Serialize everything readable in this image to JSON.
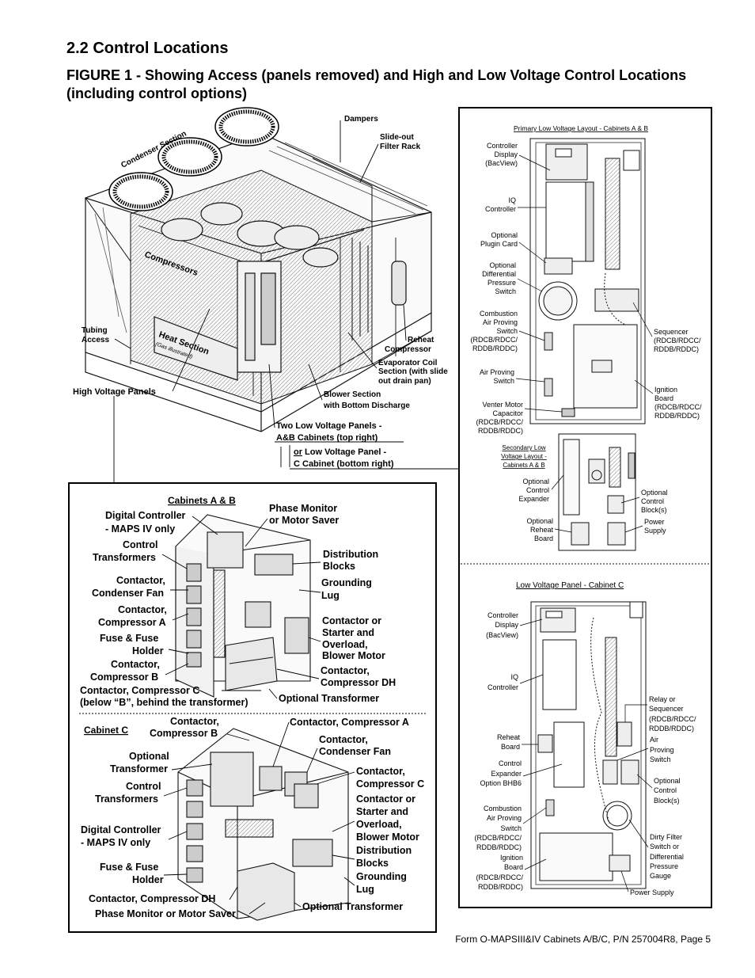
{
  "section_title": "2.2 Control Locations",
  "figure_title": "FIGURE 1 - Showing Access (panels removed) and High and Low Voltage Control Locations (including control options)",
  "footer": "Form O-MAPSIII&IV Cabinets A/B/C, P/N 257004R8, Page 5",
  "unit": {
    "condenser_section": "Condenser Section",
    "compressors": "Compressors",
    "heat_section": "Heat Section",
    "gas_illustrated": "(Gas illustrated)",
    "dampers": "Dampers",
    "filter_rack": [
      "Slide-out",
      "Filter Rack"
    ],
    "tubing_access": [
      "Tubing",
      "Access"
    ],
    "reheat_compressor": [
      "Reheat",
      "Compressor"
    ],
    "evaporator": [
      "Evaporator Coil",
      "Section (with slide",
      "out drain pan)"
    ],
    "blower_section": [
      "Blower Section",
      "with Bottom Discharge"
    ],
    "high_voltage_panels": "High Voltage Panels",
    "two_lv_panels": [
      "Two Low Voltage Panels -",
      "A&B Cabinets (top right)"
    ],
    "or_word": "or",
    "lv_panel_c_1": " Low Voltage Panel -",
    "lv_panel_c_2": "C Cabinet (bottom right)"
  },
  "hv": {
    "ab_heading": "Cabinets A & B",
    "c_heading": "Cabinet C",
    "ab_labels": {
      "digital_controller": [
        "Digital Controller",
        "- MAPS IV only"
      ],
      "control_transformers": [
        "Control",
        "Transformers"
      ],
      "contactor_condenser_fan": [
        "Contactor,",
        "Condenser Fan"
      ],
      "contactor_comp_a": [
        "Contactor,",
        "Compressor A"
      ],
      "fuse_holder": [
        "Fuse & Fuse",
        "Holder"
      ],
      "contactor_comp_b": [
        "Contactor,",
        "Compressor B"
      ],
      "contactor_comp_c": [
        "Contactor, Compressor C",
        "(below “B”, behind the transformer)"
      ],
      "phase_monitor": [
        "Phase Monitor",
        "or Motor Saver"
      ],
      "distribution_blocks": [
        "Distribution",
        "Blocks"
      ],
      "grounding_lug": [
        "Grounding",
        "Lug"
      ],
      "contactor_starter": [
        "Contactor or",
        "Starter and",
        "Overload,",
        "Blower Motor"
      ],
      "contactor_comp_dh": [
        "Contactor,",
        "Compressor DH"
      ],
      "optional_transformer": "Optional Transformer"
    },
    "c_labels": {
      "contactor_comp_b": [
        "Contactor,",
        "Compressor B"
      ],
      "optional_transformer": [
        "Optional",
        "Transformer"
      ],
      "control_transformers": [
        "Control",
        "Transformers"
      ],
      "digital_controller": [
        "Digital Controller",
        "- MAPS IV only"
      ],
      "fuse_holder": [
        "Fuse & Fuse",
        "Holder"
      ],
      "contactor_comp_dh": "Contactor, Compressor DH",
      "phase_monitor": "Phase Monitor or Motor Saver",
      "contactor_comp_a": "Contactor, Compressor A",
      "contactor_condenser_fan": [
        "Contactor,",
        "Condenser Fan"
      ],
      "contactor_comp_c": [
        "Contactor,",
        "Compressor C"
      ],
      "contactor_starter": [
        "Contactor or",
        "Starter and",
        "Overload,",
        "Blower Motor"
      ],
      "distribution_blocks": [
        "Distribution",
        "Blocks"
      ],
      "grounding_lug": [
        "Grounding",
        "Lug"
      ],
      "optional_transformer_2": "Optional Transformer"
    }
  },
  "lv": {
    "primary_title": "Primary Low Voltage Layout - Cabinets A & B",
    "primary_left": {
      "controller_display": [
        "Controller",
        "Display",
        "(BacView)"
      ],
      "iq_controller": [
        "IQ",
        "Controller"
      ],
      "plugin_card": [
        "Optional",
        "Plugin Card"
      ],
      "diff_pressure": [
        "Optional",
        "Differential",
        "Pressure",
        "Switch"
      ],
      "combustion_switch": [
        "Combustion",
        "Air Proving",
        "Switch",
        "(RDCB/RDCC/",
        "RDDB/RDDC)"
      ],
      "air_proving": [
        "Air Proving",
        "Switch"
      ],
      "venter_capacitor": [
        "Venter Motor",
        "Capacitor",
        "(RDCB/RDCC/",
        "RDDB/RDDC)"
      ]
    },
    "primary_right": {
      "sequencer": [
        "Sequencer",
        "(RDCB/RDCC/",
        "RDDB/RDDC)"
      ],
      "ignition_board": [
        "Ignition",
        "Board",
        "(RDCB/RDCC/",
        "RDDB/RDDC)"
      ]
    },
    "secondary_title": [
      "Secondary Low",
      "Voltage Layout -",
      "Cabinets A & B"
    ],
    "secondary": {
      "control_expander": [
        "Optional",
        "Control",
        "Expander"
      ],
      "reheat_board": [
        "Optional",
        "Reheat",
        "Board"
      ],
      "control_blocks": [
        "Optional",
        "Control",
        "Block(s)"
      ],
      "power_supply": [
        "Power",
        "Supply"
      ]
    },
    "c_title": "Low Voltage Panel - Cabinet C",
    "c_left": {
      "controller_display": [
        "Controller",
        "Display",
        "(BacView)"
      ],
      "iq_controller": [
        "IQ",
        "Controller"
      ],
      "reheat_board": [
        "Reheat",
        "Board"
      ],
      "control_expander": [
        "Control",
        "Expander",
        "Option BHB6"
      ],
      "combustion_switch": [
        "Combustion",
        "Air Proving",
        "Switch",
        "(RDCB/RDCC/",
        "RDDB/RDDC)"
      ],
      "ignition_board": [
        "Ignition",
        "Board",
        "(RDCB/RDCC/",
        "RDDB/RDDC)"
      ]
    },
    "c_right": {
      "relay_sequencer": [
        "Relay or",
        "Sequencer",
        "(RDCB/RDCC/",
        "RDDB/RDDC)"
      ],
      "air_proving": [
        "Air",
        "Proving",
        "Switch"
      ],
      "control_blocks": [
        "Optional",
        "Control",
        "Block(s)"
      ],
      "dirty_filter": [
        "Dirty Filter",
        "Switch or",
        "Differential",
        "Pressure",
        "Gauge"
      ],
      "power_supply": "Power Supply"
    }
  }
}
